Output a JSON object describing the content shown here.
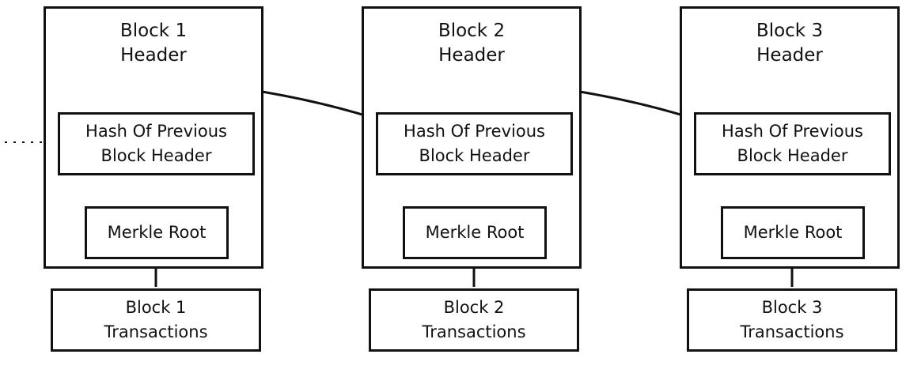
{
  "blocks": [
    {
      "header_line1": "Block 1",
      "header_line2": "Header",
      "hash_line1": "Hash Of Previous",
      "hash_line2": "Block Header",
      "merkle": "Merkle Root",
      "tx_line1": "Block 1",
      "tx_line2": "Transactions"
    },
    {
      "header_line1": "Block 2",
      "header_line2": "Header",
      "hash_line1": "Hash Of Previous",
      "hash_line2": "Block Header",
      "merkle": "Merkle Root",
      "tx_line1": "Block 2",
      "tx_line2": "Transactions"
    },
    {
      "header_line1": "Block 3",
      "header_line2": "Header",
      "hash_line1": "Hash Of Previous",
      "hash_line2": "Block Header",
      "merkle": "Merkle Root",
      "tx_line1": "Block 3",
      "tx_line2": "Transactions"
    }
  ]
}
